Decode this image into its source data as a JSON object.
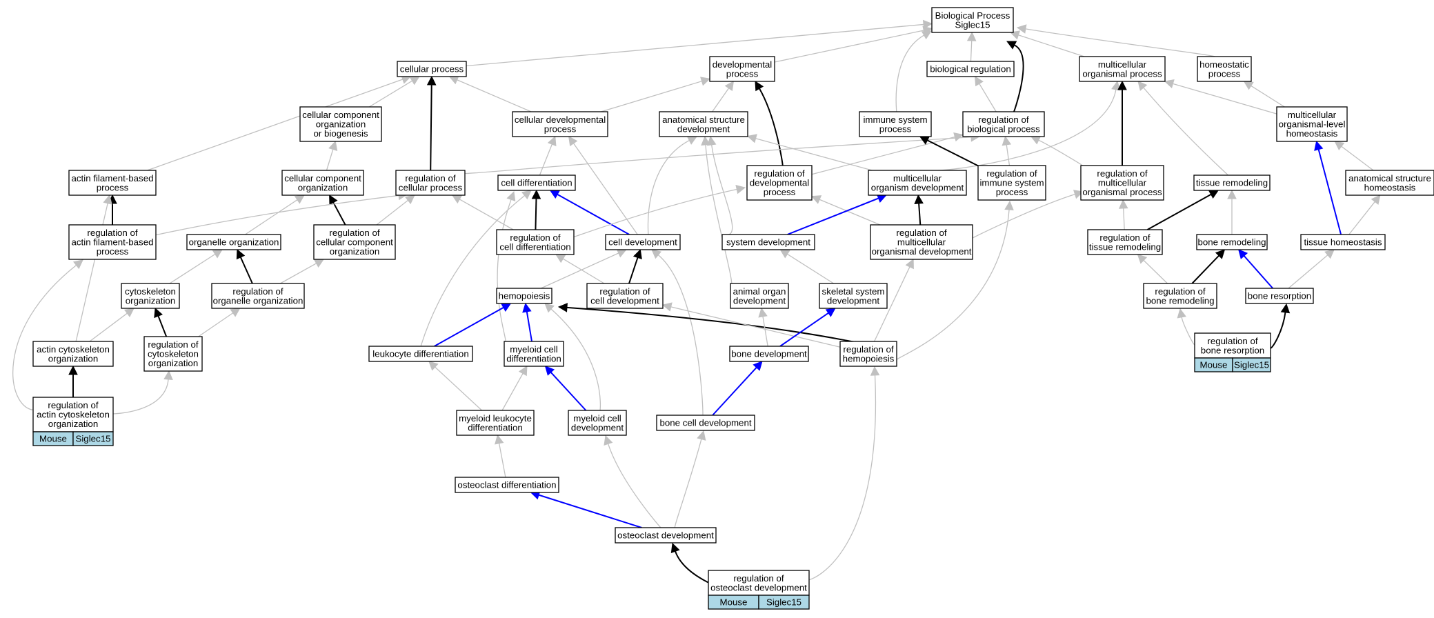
{
  "nodes": [
    {
      "id": "bp",
      "lines": [
        "Biological Process",
        "Siglec15"
      ]
    },
    {
      "id": "cp",
      "lines": [
        "cellular process"
      ]
    },
    {
      "id": "dp",
      "lines": [
        "developmental",
        "process"
      ]
    },
    {
      "id": "breg",
      "lines": [
        "biological regulation"
      ]
    },
    {
      "id": "mop",
      "lines": [
        "multicellular",
        "organismal process"
      ]
    },
    {
      "id": "hp",
      "lines": [
        "homeostatic",
        "process"
      ]
    },
    {
      "id": "ccob",
      "lines": [
        "cellular component",
        "organization",
        "or biogenesis"
      ]
    },
    {
      "id": "cdp",
      "lines": [
        "cellular developmental",
        "process"
      ]
    },
    {
      "id": "asd",
      "lines": [
        "anatomical structure",
        "development"
      ]
    },
    {
      "id": "isp",
      "lines": [
        "immune system",
        "process"
      ]
    },
    {
      "id": "robp",
      "lines": [
        "regulation of",
        "biological process"
      ]
    },
    {
      "id": "molh",
      "lines": [
        "multicellular",
        "organismal-level",
        "homeostasis"
      ]
    },
    {
      "id": "afbp",
      "lines": [
        "actin filament-based",
        "process"
      ]
    },
    {
      "id": "cco",
      "lines": [
        "cellular component",
        "organization"
      ]
    },
    {
      "id": "rocp",
      "lines": [
        "regulation of",
        "cellular process"
      ]
    },
    {
      "id": "cdiff",
      "lines": [
        "cell differentiation"
      ]
    },
    {
      "id": "rodp",
      "lines": [
        "regulation of",
        "developmental",
        "process"
      ]
    },
    {
      "id": "mod",
      "lines": [
        "multicellular",
        "organism development"
      ]
    },
    {
      "id": "roisp",
      "lines": [
        "regulation of",
        "immune system",
        "process"
      ]
    },
    {
      "id": "romop",
      "lines": [
        "regulation of",
        "multicellular",
        "organismal process"
      ]
    },
    {
      "id": "trem",
      "lines": [
        "tissue remodeling"
      ]
    },
    {
      "id": "ash",
      "lines": [
        "anatomical structure",
        "homeostasis"
      ]
    },
    {
      "id": "roafbp",
      "lines": [
        "regulation of",
        "actin filament-based",
        "process"
      ]
    },
    {
      "id": "oo",
      "lines": [
        "organelle organization"
      ]
    },
    {
      "id": "roccco",
      "lines": [
        "regulation of",
        "cellular component",
        "organization"
      ]
    },
    {
      "id": "rocd",
      "lines": [
        "regulation of",
        "cell differentiation"
      ]
    },
    {
      "id": "cdev",
      "lines": [
        "cell development"
      ]
    },
    {
      "id": "sysd",
      "lines": [
        "system development"
      ]
    },
    {
      "id": "romod",
      "lines": [
        "regulation of",
        "multicellular",
        "organismal development"
      ]
    },
    {
      "id": "rotr",
      "lines": [
        "regulation of",
        "tissue remodeling"
      ]
    },
    {
      "id": "brem",
      "lines": [
        "bone remodeling"
      ]
    },
    {
      "id": "th",
      "lines": [
        "tissue homeostasis"
      ]
    },
    {
      "id": "cyto",
      "lines": [
        "cytoskeleton",
        "organization"
      ]
    },
    {
      "id": "rooo",
      "lines": [
        "regulation of",
        "organelle organization"
      ]
    },
    {
      "id": "hemo",
      "lines": [
        "hemopoiesis"
      ]
    },
    {
      "id": "rocdev",
      "lines": [
        "regulation of",
        "cell development"
      ]
    },
    {
      "id": "aod",
      "lines": [
        "animal organ",
        "development"
      ]
    },
    {
      "id": "ssd",
      "lines": [
        "skeletal system",
        "development"
      ]
    },
    {
      "id": "robrem",
      "lines": [
        "regulation of",
        "bone remodeling"
      ]
    },
    {
      "id": "bres",
      "lines": [
        "bone resorption"
      ]
    },
    {
      "id": "aco",
      "lines": [
        "actin cytoskeleton",
        "organization"
      ]
    },
    {
      "id": "rocyto",
      "lines": [
        "regulation of",
        "cytoskeleton",
        "organization"
      ]
    },
    {
      "id": "ld",
      "lines": [
        "leukocyte differentiation"
      ]
    },
    {
      "id": "mcd",
      "lines": [
        "myeloid cell",
        "differentiation"
      ]
    },
    {
      "id": "bdev",
      "lines": [
        "bone development"
      ]
    },
    {
      "id": "rohemo",
      "lines": [
        "regulation of",
        "hemopoiesis"
      ]
    },
    {
      "id": "robres",
      "lines": [
        "regulation of",
        "bone resorption"
      ],
      "tag": [
        "Mouse",
        "Siglec15"
      ]
    },
    {
      "id": "roaco",
      "lines": [
        "regulation of",
        "actin cytoskeleton",
        "organization"
      ],
      "tag": [
        "Mouse",
        "Siglec15"
      ]
    },
    {
      "id": "mld",
      "lines": [
        "myeloid leukocyte",
        "differentiation"
      ]
    },
    {
      "id": "mcdev",
      "lines": [
        "myeloid cell",
        "development"
      ]
    },
    {
      "id": "bcd",
      "lines": [
        "bone cell development"
      ]
    },
    {
      "id": "od",
      "lines": [
        "osteoclast differentiation"
      ]
    },
    {
      "id": "odev",
      "lines": [
        "osteoclast development"
      ]
    },
    {
      "id": "rood",
      "lines": [
        "regulation of",
        "osteoclast development"
      ],
      "tag": [
        "Mouse",
        "Siglec15"
      ]
    }
  ],
  "edges": [
    {
      "from": "cp",
      "to": "bp",
      "kind": "is_a"
    },
    {
      "from": "dp",
      "to": "bp",
      "kind": "is_a"
    },
    {
      "from": "breg",
      "to": "bp",
      "kind": "is_a"
    },
    {
      "from": "mop",
      "to": "bp",
      "kind": "is_a"
    },
    {
      "from": "hp",
      "to": "bp",
      "kind": "is_a"
    },
    {
      "from": "isp",
      "to": "bp",
      "kind": "is_a"
    },
    {
      "from": "robp",
      "to": "bp",
      "kind": "regulates"
    },
    {
      "from": "robp",
      "to": "breg",
      "kind": "is_a"
    },
    {
      "from": "ccob",
      "to": "cp",
      "kind": "is_a"
    },
    {
      "from": "cdp",
      "to": "cp",
      "kind": "is_a"
    },
    {
      "from": "afbp",
      "to": "cp",
      "kind": "is_a"
    },
    {
      "from": "rocp",
      "to": "cp",
      "kind": "regulates"
    },
    {
      "from": "cdp",
      "to": "dp",
      "kind": "is_a"
    },
    {
      "from": "asd",
      "to": "dp",
      "kind": "is_a"
    },
    {
      "from": "rodp",
      "to": "dp",
      "kind": "regulates"
    },
    {
      "from": "mod",
      "to": "mop",
      "kind": "is_a"
    },
    {
      "from": "romop",
      "to": "mop",
      "kind": "regulates"
    },
    {
      "from": "trem",
      "to": "mop",
      "kind": "is_a"
    },
    {
      "from": "molh",
      "to": "mop",
      "kind": "is_a"
    },
    {
      "from": "molh",
      "to": "hp",
      "kind": "is_a"
    },
    {
      "from": "cco",
      "to": "ccob",
      "kind": "is_a"
    },
    {
      "from": "cdiff",
      "to": "cdp",
      "kind": "is_a"
    },
    {
      "from": "cdev",
      "to": "cdp",
      "kind": "is_a"
    },
    {
      "from": "cdev",
      "to": "asd",
      "kind": "is_a"
    },
    {
      "from": "mod",
      "to": "asd",
      "kind": "is_a"
    },
    {
      "from": "sysd",
      "to": "asd",
      "kind": "is_a"
    },
    {
      "from": "aod",
      "to": "asd",
      "kind": "is_a"
    },
    {
      "from": "rocp",
      "to": "robp",
      "kind": "is_a"
    },
    {
      "from": "rodp",
      "to": "robp",
      "kind": "is_a"
    },
    {
      "from": "roisp",
      "to": "robp",
      "kind": "is_a"
    },
    {
      "from": "romop",
      "to": "robp",
      "kind": "is_a"
    },
    {
      "from": "roisp",
      "to": "isp",
      "kind": "regulates"
    },
    {
      "from": "th",
      "to": "molh",
      "kind": "part_of"
    },
    {
      "from": "ash",
      "to": "molh",
      "kind": "is_a"
    },
    {
      "from": "roafbp",
      "to": "afbp",
      "kind": "regulates"
    },
    {
      "from": "aco",
      "to": "afbp",
      "kind": "is_a"
    },
    {
      "from": "roccco",
      "to": "cco",
      "kind": "regulates"
    },
    {
      "from": "oo",
      "to": "cco",
      "kind": "is_a"
    },
    {
      "from": "roafbp",
      "to": "rocp",
      "kind": "is_a"
    },
    {
      "from": "roccco",
      "to": "rocp",
      "kind": "is_a"
    },
    {
      "from": "rocd",
      "to": "rocp",
      "kind": "is_a"
    },
    {
      "from": "rocd",
      "to": "cdiff",
      "kind": "regulates"
    },
    {
      "from": "cdev",
      "to": "cdiff",
      "kind": "part_of"
    },
    {
      "from": "ld",
      "to": "cdiff",
      "kind": "is_a"
    },
    {
      "from": "mcd",
      "to": "cdiff",
      "kind": "is_a"
    },
    {
      "from": "rocd",
      "to": "rodp",
      "kind": "is_a"
    },
    {
      "from": "romod",
      "to": "rodp",
      "kind": "is_a"
    },
    {
      "from": "sysd",
      "to": "mod",
      "kind": "part_of"
    },
    {
      "from": "romod",
      "to": "mod",
      "kind": "regulates"
    },
    {
      "from": "rohemo",
      "to": "roisp",
      "kind": "is_a"
    },
    {
      "from": "romod",
      "to": "romop",
      "kind": "is_a"
    },
    {
      "from": "rotr",
      "to": "romop",
      "kind": "is_a"
    },
    {
      "from": "rotr",
      "to": "trem",
      "kind": "regulates"
    },
    {
      "from": "brem",
      "to": "trem",
      "kind": "is_a"
    },
    {
      "from": "th",
      "to": "ash",
      "kind": "is_a"
    },
    {
      "from": "cyto",
      "to": "oo",
      "kind": "is_a"
    },
    {
      "from": "rooo",
      "to": "oo",
      "kind": "regulates"
    },
    {
      "from": "rooo",
      "to": "roccco",
      "kind": "is_a"
    },
    {
      "from": "rocdev",
      "to": "rocd",
      "kind": "is_a"
    },
    {
      "from": "rocdev",
      "to": "cdev",
      "kind": "regulates"
    },
    {
      "from": "hemo",
      "to": "cdev",
      "kind": "is_a"
    },
    {
      "from": "bcd",
      "to": "cdev",
      "kind": "is_a"
    },
    {
      "from": "ssd",
      "to": "sysd",
      "kind": "is_a"
    },
    {
      "from": "rohemo",
      "to": "romod",
      "kind": "is_a"
    },
    {
      "from": "robrem",
      "to": "rotr",
      "kind": "is_a"
    },
    {
      "from": "robrem",
      "to": "brem",
      "kind": "regulates"
    },
    {
      "from": "bres",
      "to": "brem",
      "kind": "part_of"
    },
    {
      "from": "bres",
      "to": "th",
      "kind": "is_a"
    },
    {
      "from": "aco",
      "to": "cyto",
      "kind": "is_a"
    },
    {
      "from": "rocyto",
      "to": "cyto",
      "kind": "regulates"
    },
    {
      "from": "rocyto",
      "to": "rooo",
      "kind": "is_a"
    },
    {
      "from": "ld",
      "to": "hemo",
      "kind": "part_of"
    },
    {
      "from": "mcd",
      "to": "hemo",
      "kind": "part_of"
    },
    {
      "from": "rohemo",
      "to": "hemo",
      "kind": "regulates"
    },
    {
      "from": "rohemo",
      "to": "rocdev",
      "kind": "is_a"
    },
    {
      "from": "bdev",
      "to": "aod",
      "kind": "is_a"
    },
    {
      "from": "bdev",
      "to": "ssd",
      "kind": "part_of"
    },
    {
      "from": "robres",
      "to": "robrem",
      "kind": "is_a"
    },
    {
      "from": "robres",
      "to": "bres",
      "kind": "regulates"
    },
    {
      "from": "roaco",
      "to": "aco",
      "kind": "regulates"
    },
    {
      "from": "roaco",
      "to": "roafbp",
      "kind": "is_a"
    },
    {
      "from": "roaco",
      "to": "rocyto",
      "kind": "is_a"
    },
    {
      "from": "mld",
      "to": "ld",
      "kind": "is_a"
    },
    {
      "from": "mld",
      "to": "mcd",
      "kind": "is_a"
    },
    {
      "from": "mcdev",
      "to": "mcd",
      "kind": "part_of"
    },
    {
      "from": "mcdev",
      "to": "hemo",
      "kind": "is_a"
    },
    {
      "from": "bcd",
      "to": "bdev",
      "kind": "part_of"
    },
    {
      "from": "od",
      "to": "mld",
      "kind": "is_a"
    },
    {
      "from": "odev",
      "to": "od",
      "kind": "part_of"
    },
    {
      "from": "odev",
      "to": "mcdev",
      "kind": "is_a"
    },
    {
      "from": "odev",
      "to": "bcd",
      "kind": "is_a"
    },
    {
      "from": "rood",
      "to": "odev",
      "kind": "regulates"
    },
    {
      "from": "rood",
      "to": "rohemo",
      "kind": "is_a"
    }
  ],
  "edge_colors": {
    "is_a": "#c0c0c0",
    "regulates": "#000000",
    "part_of": "#0000ff"
  },
  "tag_color": "#add8e6"
}
